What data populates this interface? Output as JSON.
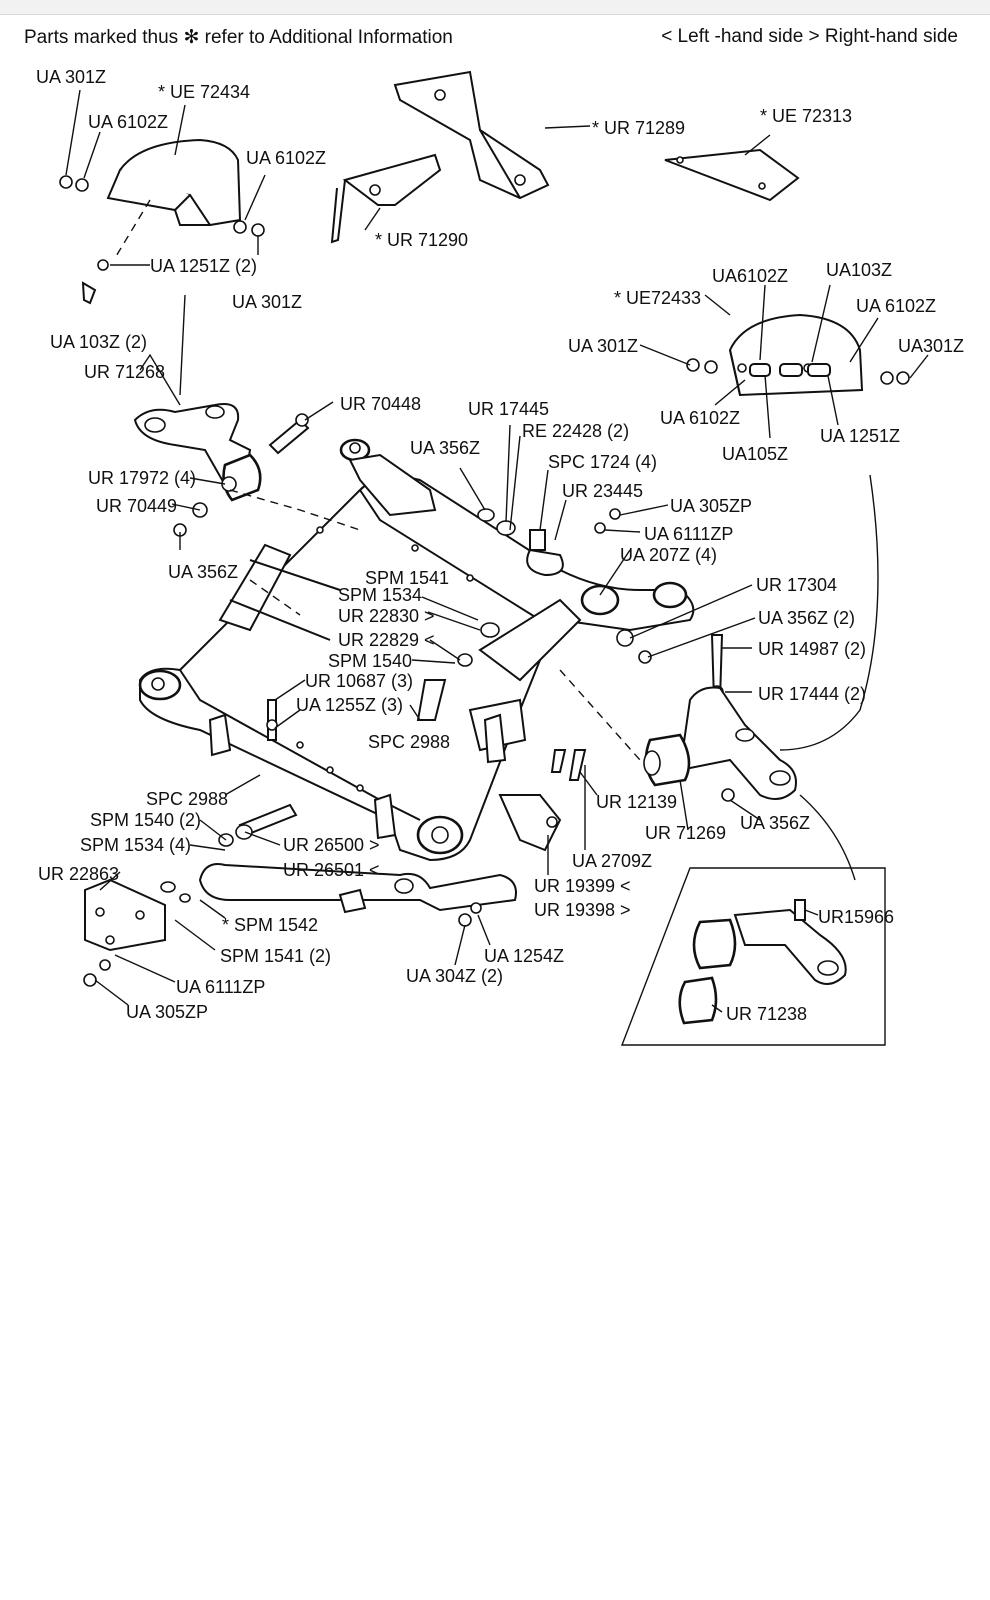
{
  "header": {
    "note": "Parts marked thus ✻ refer to Additional Information",
    "side_legend": "< Left -hand side   > Right-hand side"
  },
  "labels": [
    "UA 301Z",
    "* UE 72434",
    "UA 6102Z",
    "UA 6102Z",
    "UA 1251Z (2)",
    "UA 301Z",
    "UA 103Z (2)",
    "UR 71268",
    "* UR 71289",
    "* UR 71290",
    "* UE 72313",
    "UA6102Z",
    "UA103Z",
    "* UE72433",
    "UA 6102Z",
    "UA 301Z",
    "UA301Z",
    "UA 6102Z",
    "UA105Z",
    "UA 1251Z",
    "UR 70448",
    "UR 17445",
    "RE 22428 (2)",
    "UA 356Z",
    "SPC 1724 (4)",
    "UR 23445",
    "UA 305ZP",
    "UA 6111ZP",
    "UA 207Z (4)",
    "UR 17972 (4)",
    "UR 70449",
    "UA 356Z",
    "SPM 1541",
    "SPM 1534",
    "UR 22830 >",
    "UR 22829 <",
    "SPM 1540",
    "UR 10687 (3)",
    "UA 1255Z (3)",
    "SPC 2988",
    "UR 17304",
    "UA 356Z (2)",
    "UR 14987 (2)",
    "UR 17444 (2)",
    "SPC 2988",
    "SPM 1540 (2)",
    "SPM 1534 (4)",
    "UR 26500 >",
    "UR 26501 <",
    "UR 22863",
    "* SPM 1542",
    "SPM 1541 (2)",
    "UA 6111ZP",
    "UA 305ZP",
    "UR 12139",
    "UR 71269",
    "UA 356Z",
    "UA 2709Z",
    "UR 19399 <",
    "UR 19398 >",
    "UA 1254Z",
    "UA 304Z (2)",
    "UR15966",
    "UR 71238"
  ]
}
